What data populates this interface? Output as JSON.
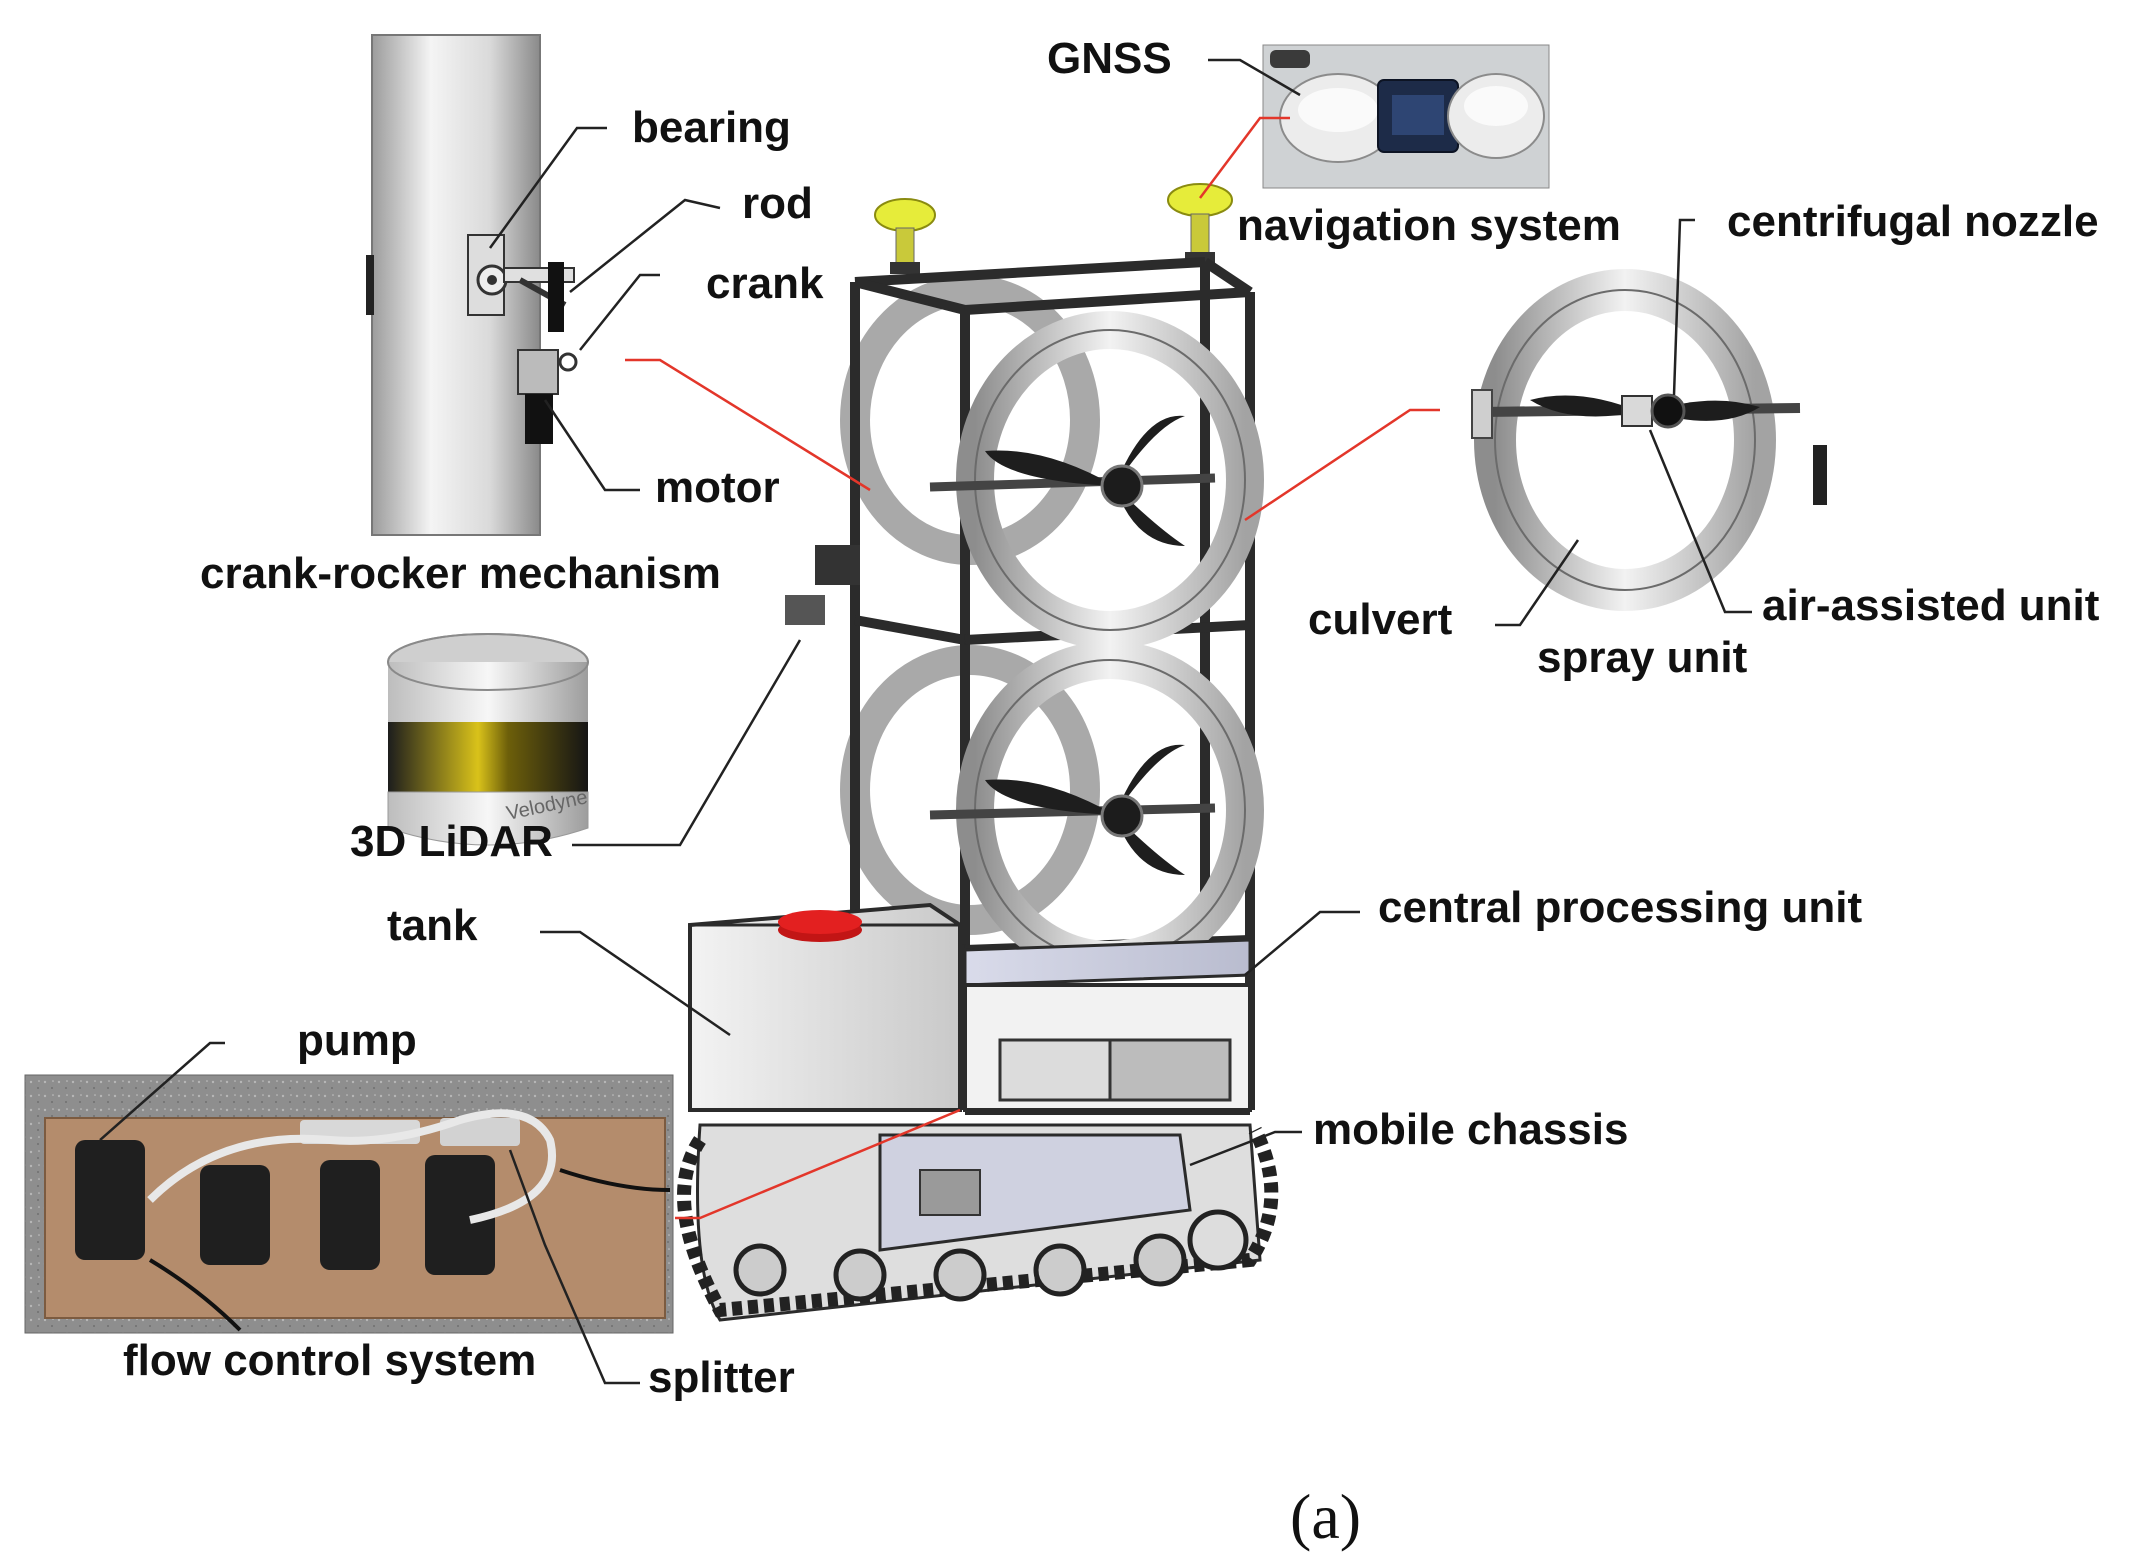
{
  "labels": {
    "bearing": "bearing",
    "rod": "rod",
    "crank": "crank",
    "motor": "motor",
    "crank_rocker": "crank-rocker mechanism",
    "lidar": "3D LiDAR",
    "tank": "tank",
    "pump": "pump",
    "flow_control": "flow control system",
    "splitter": "splitter",
    "gnss": "GNSS",
    "navigation": "navigation system",
    "centrifugal_nozzle": "centrifugal nozzle",
    "culvert": "culvert",
    "air_assisted": "air-assisted unit",
    "spray_unit": "spray unit",
    "cpu": "central processing unit",
    "chassis": "mobile chassis",
    "lidar_brand": "Velodyne"
  },
  "caption": "(a)",
  "colors": {
    "leader": "#222222",
    "red_leader": "#e3362a",
    "gnss_antenna": "#e6ec3a",
    "tank_cap": "#e32020",
    "lidar_band": "#d9c21a",
    "photo_board": "#b48c6c",
    "floor": "#8f8f8f"
  }
}
